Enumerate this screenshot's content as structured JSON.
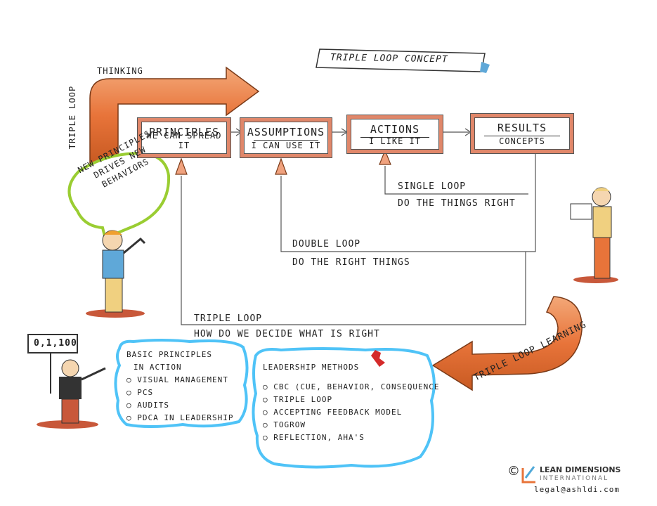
{
  "title": "TRIPLE LOOP CONCEPT",
  "top_arrow_label": "THINKING",
  "left_vertical_label": "TRIPLE LOOP",
  "boxes": [
    {
      "top": "PRINCIPLES",
      "bottom": "WE CAN SPREAD IT"
    },
    {
      "top": "ASSUMPTIONS",
      "bottom": "I CAN USE IT"
    },
    {
      "top": "ACTIONS",
      "bottom": "I LIKE IT"
    },
    {
      "top": "RESULTS",
      "bottom": "CONCEPTS"
    }
  ],
  "loops": {
    "single": {
      "title": "SINGLE LOOP",
      "subtitle": "DO THE THINGS RIGHT"
    },
    "double": {
      "title": "DOUBLE LOOP",
      "subtitle": "DO THE RIGHT THINGS"
    },
    "triple": {
      "title": "TRIPLE LOOP",
      "subtitle": "HOW DO WE DECIDE WHAT IS RIGHT"
    }
  },
  "speech_bubble": [
    "NEW PRINCIPLES",
    "DRIVES NEW",
    "BEHAVIORS"
  ],
  "sign": "0,1,100",
  "basic_principles": {
    "title1": "BASIC PRINCIPLES",
    "title2": "IN ACTION",
    "items": [
      "VISUAL MANAGEMENT",
      "PCS",
      "AUDITS",
      "PDCA IN LEADERSHIP"
    ]
  },
  "leadership_methods": {
    "title": "LEADERSHIP METHODS",
    "items": [
      "CBC (CUE, BEHAVIOR, CONSEQUENCE",
      "TRIPLE LOOP",
      "ACCEPTING FEEDBACK MODEL",
      "TOGROW",
      "REFLECTION, AHA'S"
    ]
  },
  "bottom_arrow_label": "TRIPLE LOOP LEARNING",
  "logo": {
    "symbol": "©",
    "name": "LEAN DIMENSIONS",
    "sub": "INTERNATIONAL",
    "email": "legal@ashldi.com"
  },
  "colors": {
    "arrow": "#e8743a",
    "box_border": "#e0876a",
    "bubble": "#9acd32",
    "cloud": "#4fc3f7"
  }
}
